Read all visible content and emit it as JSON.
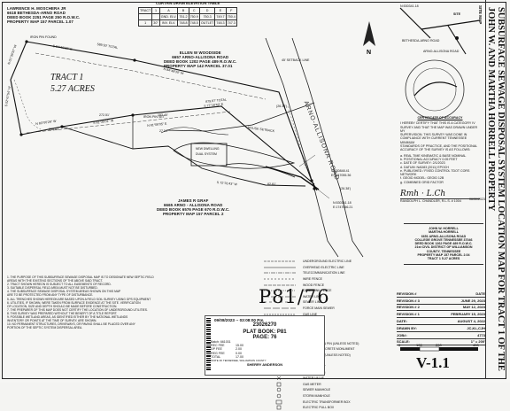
{
  "owner_block": [
    "LAWRENCE H. MOSCHERA JR",
    "6618 BETHESDA-ARNO ROAD",
    "DEED BOOK 2251 PAGE 250 R.O.W.C.",
    "PROPERTY MAP 157 PARCEL 1.07"
  ],
  "drain_table": {
    "title": "CURTAIN DRAIN ELEVATION TABLE",
    "rows": [
      [
        "TRACT",
        "1",
        "A",
        "B",
        "C",
        "D",
        "E",
        "F"
      ],
      [
        "",
        "",
        "GND. ELV.",
        "751.2",
        "750.9",
        "750.3",
        "749.7",
        "750.4"
      ],
      [
        "1",
        "30\"",
        "INV. ELV.",
        "748.8",
        "748.5",
        "OUTLET",
        "748.3",
        "747.3"
      ],
      [
        "",
        "",
        "",
        "",
        "",
        "",
        "",
        ""
      ]
    ]
  },
  "map_labels": {
    "tract": "TRACT 1",
    "acres": "5.27 ACRES",
    "woodside": [
      "ELLEN W WOODSIDE",
      "6657 ARNO-ALLISONA ROAD",
      "DEED BOOK 1202 PAGE 489 R.O.W.C.",
      "PROPERTY MAP 142 PARCEL 37.01"
    ],
    "graf": [
      "JAMES R GRAF",
      "6665 ARNO - ALLISONA ROAD",
      "DEED BOOK 6576 PAGE 670 R.O.W.C.",
      "PROPERTY MAP 157 PARCEL 2"
    ],
    "road": "ARNO-ALLISONA ROAD",
    "bearings": [
      "S 84°48'30\" E",
      "N 84°48'30\" W",
      "N 83°00'26\" W",
      "S 02°47'54\" W",
      "S 81°35'01\" W",
      "N 81°08'05\" E",
      "S 77°18'49\" E",
      "S 72°31'43\" W",
      "N 01°36'37\" W"
    ],
    "distances": [
      "879.87' TOTAL",
      "589.50' TOTAL",
      "272.51'",
      "268.42'",
      "(26.38')",
      "(26.38')",
      "153.40'",
      "27.54'",
      "82.61'"
    ],
    "field_notes": [
      "NEW DWELLING",
      "DUAL SYSTEM",
      "HOUSE SETBACK",
      "45' SETBACK LINE",
      "IRON PIN SET",
      "IRON PIN FOUND",
      "N:530848.41",
      "E:1747055.36",
      "N:530341.18",
      "E:1747056.21"
    ]
  },
  "right_top": [
    "N:530341.18",
    "SITE",
    "BETHESDA-ARNO ROAD",
    "ARNO-ALLISONA ROAD"
  ],
  "certificate": {
    "title": "CERTIFICATE OF ACCURACY",
    "text": [
      "I HEREBY CERTIFY THAT THIS IS A CATEGORY IV",
      "SURVEY AND THAT THE MAP WAS DRAWN UNDER MY",
      "SUPERVISION. THIS SURVEY WAS DONE IN",
      "COMPLIANCE WITH CURRENT TENNESSEE MINIMUM",
      "STANDARDS OF PRACTICE, AND THE POSITIONAL",
      "ACCURACY OF THE SURVEY IS AS FOLLOWS:"
    ],
    "list": [
      "a. REAL TIME KINEMATIC & BASE NOMINAL",
      "b. POSITIONAL ACCURACY 0.05 FEET",
      "c. DATE OF SURVEY: 2/1/2023",
      "d. DATUM: NAD83 (2011) EPOCH",
      "e. PUBLISHED / FIXED CONTROL TDOT CORS",
      "   NETWORK",
      "f. GEOID MODEL: GEOID 12B",
      "g. COMBINED GRID FACTOR"
    ],
    "signer": "RANDOLPH L. CHANDLER, R.L.S. # 1004",
    "date": "06/30/2023"
  },
  "client": [
    "JOHN W. HORRELL",
    "MARTHA HORRELL",
    "6651 ARNO-ALLISONA ROAD",
    "COLLEGE GROVE TENNESSEE 37046",
    "DEED BOOK 1262 PAGE 489 R.O.W.C.",
    "21st CIVIL DISTRICT OF WILLIAMSON",
    "COUNTY, TENNESSEE",
    "PROPERTY MAP 157 PARCEL 2.04",
    "TRACT 1        5.27 ACRES"
  ],
  "legend": [
    "UNDERGROUND ELECTRIC LINE",
    "OVERHEAD ELECTRIC LINE",
    "TELECOMMUNICATION LINE",
    "WIRE FENCE",
    "WOOD FENCE",
    "CHAIN LINK FENCE",
    "WATER LINE",
    "SEWER LINE",
    "FORCE MAIN SEWER",
    "GAS LINE",
    "CONCRETE",
    "WELL",
    "UTILITY POLE",
    "GRID STAKE",
    "EXISTING IRON PIN (UNLESS NOTED)",
    "EXISTING CONCRETE MONUMENT",
    "IRON PIN SET (UNLESS NOTED)",
    "POINT",
    "FIRE HYDRANT",
    "WATER METER",
    "WATER VALVE",
    "GAS METER",
    "SEWER MANHOLE",
    "STORM MANHOLE",
    "ELECTRIC TRANSFORMER BOX",
    "ELECTRIC PULL BOX"
  ],
  "notes": [
    "1. THE PURPOSE OF THIS SUBSURFACE SEWAGE DISPOSAL MAP IS TO DESIGNATE NEW SEPTIC FIELD",
    "AREAS WITH THE EXISTING SECTIONS OF THE ABOVE SAID TRACT.",
    "2. TRACT SHOWN HEREON IS SUBJECT TO ALL EASEMENTS OF RECORD.",
    "3. SUITABLE DISPERSAL FIELD AREA MUST NOT BE DISTURBED.",
    "4. THE SUBSURFACE SEWAGE DISPOSAL SYSTEM AREAS SHOWN ON THIS MAP",
    "ARE TO BE PROTECTED FROM ANY TYPE OF DISTURBANCE.",
    "5. ALL TRENCHES SHOWN HEREON ARE BASED UPON A FIELD SOIL SURVEY USING GPS EQUIPMENT",
    "6. UTILITIES, IF SHOWN, WERE TAKEN FROM SURFACE EVIDENCE AT THE SITE. VERIFICATION",
    "OF LOCATION, SIZE AND DEPTH SHOULD BE MADE BEFORE CONSTRUCTION.",
    "7. THE PREPARER OF THIS MAP DOES NOT CERTIFY THE LOCATION OF UNDERGROUND UTILITIES.",
    "8. THIS SURVEY WAS PREPARED WITHOUT THE BENEFIT OF A TITLE REPORT.",
    "9. POSSIBLE WETLAND AREAS, AS IDENTIFIED EITHER BY THE NATIONAL WETLANDS",
    "INVENTORY OR POINTS AT THE TIME OF SURVEY, ARE SHOWN.",
    "10. NO PERMANENT STRUCTURES, DRIVEWAYS, OR PAVING SHALL BE PLACED OVER ANY",
    "PORTION OF THE SEPTIC SYSTEM DISPERSAL AREA."
  ],
  "handwriting": "P81/76",
  "stamp": {
    "date": "09/08/2023 -- 03:08:00 Pm",
    "number": "23026270",
    "plat_book": "PLAT BOOK: P81",
    "page": "PAGE: 76",
    "batch": "Batch: 661031",
    "fees": [
      [
        "REC FEE",
        "15.00"
      ],
      [
        "DP FEE",
        "2.00"
      ],
      [
        "REG FEE",
        "0.00"
      ],
      [
        "TOTAL",
        "17.00"
      ]
    ],
    "state": "STATE OF TENNESSEE, WILLIAMSON COUNTY",
    "register": "SHERRY ANDERSON"
  },
  "revision_label": "REVISION #",
  "date_label": "DATE",
  "revisions": [
    [
      "REVISION # 3",
      "JUNE 29, 2023"
    ],
    [
      "REVISION # 2",
      "MAY 12, 2023"
    ],
    [
      "REVISION # 1",
      "FEBRUARY 15, 2023"
    ],
    [
      "DATE:",
      "AUGUST 4, 2022"
    ],
    [
      "DRAWN BY:",
      "JC,KL,CJH"
    ],
    [
      "JOB#:",
      "4773"
    ],
    [
      "SCALE:",
      "1\" = 200'"
    ]
  ],
  "scale_marks": [
    "0",
    "100",
    "200",
    "400"
  ],
  "sheet": "V-1.1",
  "vertical_title": "SUBSURFACE SEWAGE DISPOSAL SYSTEM LOCATION MAP FOR TRACT 1 OF THE JOHN W. AND MARTHA HORRELL PROPERTY",
  "site_map_label": "SITE MAP",
  "north": "N"
}
